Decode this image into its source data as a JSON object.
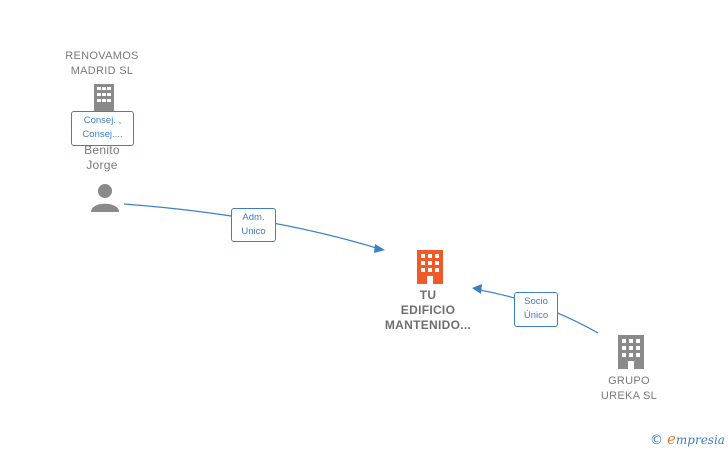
{
  "nodes": {
    "renovamos": {
      "name": "RENOVAMOS\nMADRID SL",
      "icon": "building-icon",
      "color": "#8a8a8a"
    },
    "person": {
      "name": "Benito\nJorge",
      "icon": "person-icon",
      "color": "#8a8a8a"
    },
    "center": {
      "name": "TU\nEDIFICIO\nMANTENIDO...",
      "icon": "building-icon",
      "color": "#f05a28"
    },
    "ureka": {
      "name": "GRUPO\nUREKA SL",
      "icon": "building-icon",
      "color": "#8a8a8a"
    }
  },
  "edges": {
    "consej": {
      "line1": "Consej. ,",
      "line2": "Consej...."
    },
    "adm": {
      "line1": "Adm.",
      "line2": "Unico"
    },
    "socio": {
      "line1": "Socio",
      "line2": "Único"
    }
  },
  "brand": {
    "copyright": "©",
    "e": "e",
    "rest": "mpresia"
  },
  "colors": {
    "edge": "#3b7fc8",
    "accent": "#f05a28",
    "grey": "#8a8a8a"
  }
}
